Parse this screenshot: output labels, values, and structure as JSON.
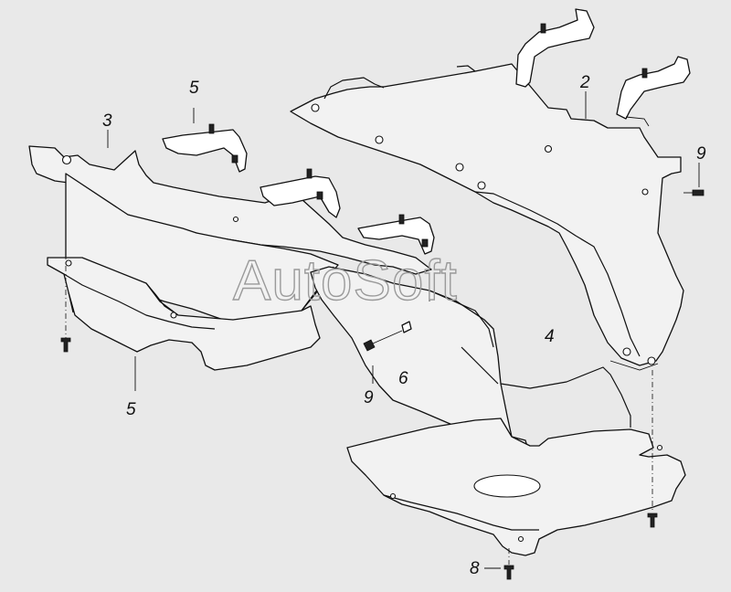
{
  "watermark": "AutoSoft",
  "callouts": {
    "c2": "2",
    "c3": "3",
    "c4": "4",
    "c5_top": "5",
    "c5_bottom": "5",
    "c6": "6",
    "c8": "8",
    "c9_right": "9",
    "c9_left": "9"
  },
  "colors": {
    "background": "#e9e9e9",
    "line": "#111111",
    "watermark": "#9a9a9a"
  }
}
